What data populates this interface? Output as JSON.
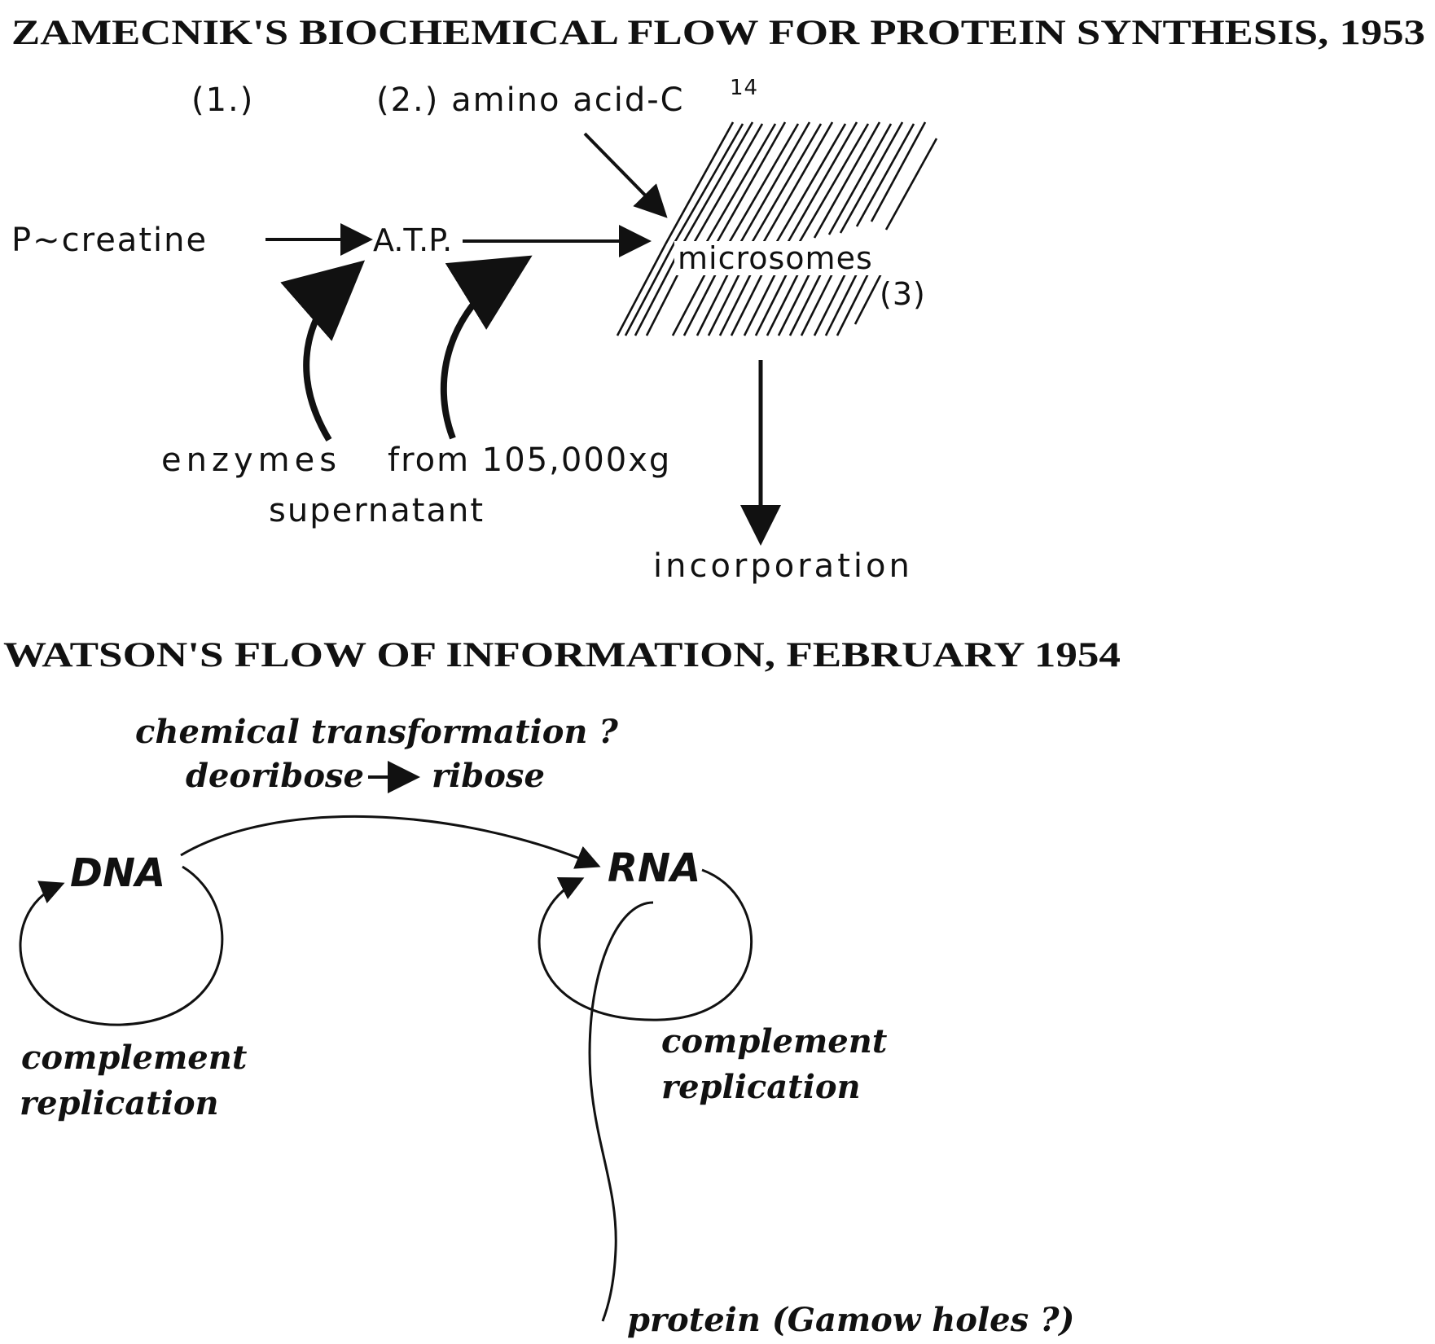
{
  "zamecnik": {
    "heading": "ZAMECNIK'S BIOCHEMICAL FLOW FOR PROTEIN SYNTHESIS, 1953",
    "step1": "(1.)",
    "step2": "(2.) amino acid-C",
    "c14_superscript": "14",
    "p_creatine": "P~creatine",
    "atp": "A.T.P.",
    "microsomes": "microsomes",
    "step3": "(3)",
    "enzymes": "enzymes",
    "from": "from 105,000xg",
    "supernatant": "supernatant",
    "incorporation": "incorporation"
  },
  "watson": {
    "heading": "WATSON'S FLOW OF INFORMATION, FEBRUARY 1954",
    "chem_line1": "chemical transformation ?",
    "chem_line2_left": "deoribose",
    "chem_line2_right": "ribose",
    "dna": "DNA",
    "rna": "RNA",
    "dna_caption_line1": "complement",
    "dna_caption_line2": "replication",
    "rna_caption_line1": "complement",
    "rna_caption_line2": "replication",
    "protein": "protein (Gamow holes ?)"
  }
}
